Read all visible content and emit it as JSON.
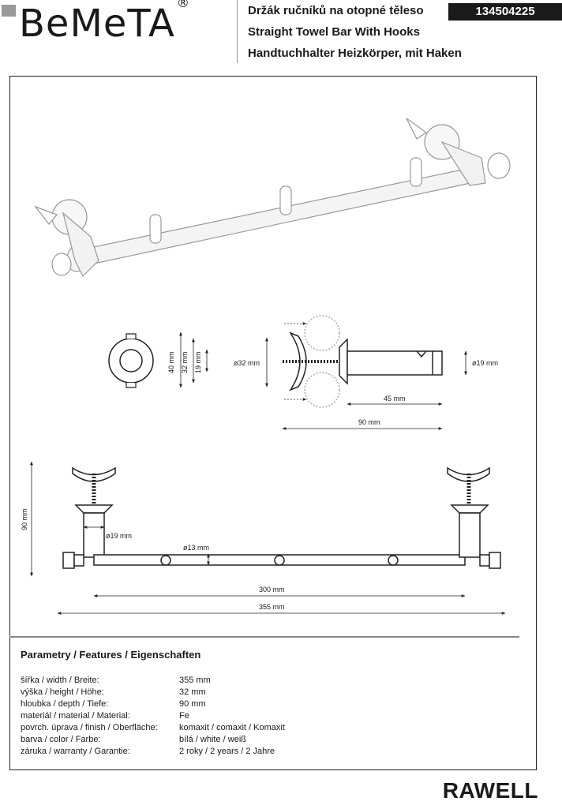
{
  "header": {
    "logo_text": "BeMeTA",
    "logo_mark": "®",
    "title_cs": "Držák ručníků na otopné těleso",
    "title_en": "Straight Towel Bar With Hooks",
    "title_de": "Handtuchhalter Heizkörper, mit Haken",
    "product_code": "134504225"
  },
  "dimensions": {
    "d40": "40 mm",
    "d32": "32 mm",
    "d19": "19 mm",
    "phi32": "ø32 mm",
    "phi19": "ø19 mm",
    "d45": "45 mm",
    "d90": "90 mm",
    "front_90": "90 mm",
    "front_phi19": "ø19 mm",
    "front_phi13": "ø13 mm",
    "d300": "300 mm",
    "d355": "355 mm"
  },
  "features": {
    "title": "Parametry / Features / Eigenschaften",
    "rows": [
      {
        "label": "šířka / width / Breite:",
        "value": "355 mm"
      },
      {
        "label": "výška / height / Höhe:",
        "value": "32 mm"
      },
      {
        "label": "hloubka / depth / Tiefe:",
        "value": "90 mm"
      },
      {
        "label": "materiál / material / Material:",
        "value": "Fe"
      },
      {
        "label": "povrch. úprava / finish / Oberfläche:",
        "value": "komaxit / comaxit / Komaxit"
      },
      {
        "label": "barva / color / Farbe:",
        "value": "bílá / white / weiß"
      },
      {
        "label": "záruka / warranty / Garantie:",
        "value": "2 roky / 2 years / 2 Jahre"
      }
    ]
  },
  "footer": {
    "brand": "RAWELL"
  }
}
